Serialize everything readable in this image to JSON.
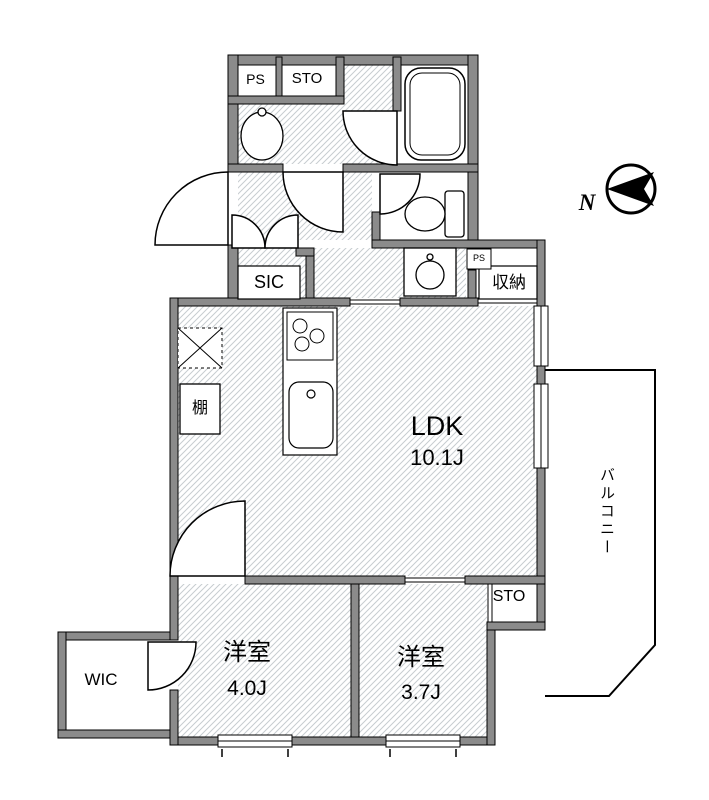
{
  "title": "apartment-floor-plan",
  "labels": {
    "ps_top": "PS",
    "sto_top": "STO",
    "sic": "SIC",
    "closet": "収納",
    "ps_small": "PS",
    "shelf": "棚",
    "ldk_name": "LDK",
    "ldk_size": "10.1J",
    "bedroom1_name": "洋室",
    "bedroom1_size": "4.0J",
    "bedroom2_name": "洋室",
    "bedroom2_size": "3.7J",
    "wic": "WIC",
    "sto_bottom": "STO",
    "balcony": "バルコニー",
    "north": "N"
  },
  "colors": {
    "wall": "#8b8b8b",
    "wall_outline": "#000000",
    "hatch_line": "#c7ccd0",
    "background": "#ffffff"
  }
}
